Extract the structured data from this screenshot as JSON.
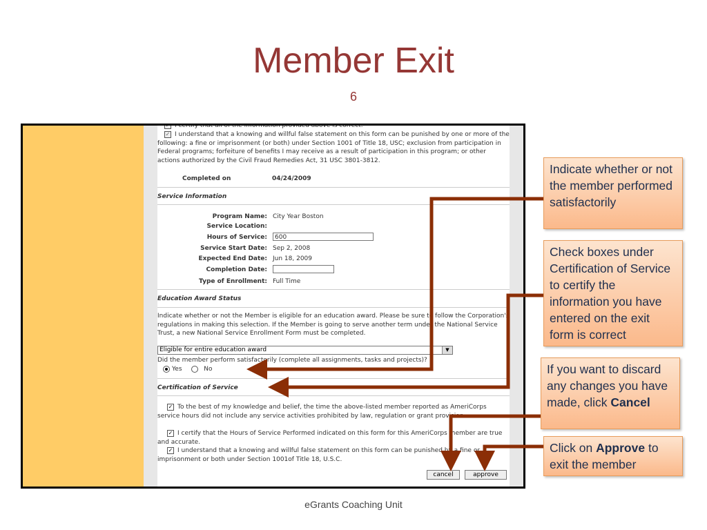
{
  "slide": {
    "title": "Member Exit",
    "number": "6",
    "footer": "eGrants Coaching Unit"
  },
  "form": {
    "top_cut_text": "I certify that all of the information provided above is correct.",
    "top_statement": "I understand that a knowing and willful false statement on this form can be punished by one or more of the following: a fine or imprisonment (or both) under Section 1001 of Title 18, USC; exclusion from participation in Federal programs; forfeiture of benefits I may receive as a result of participation in this program; or other actions authorized by the Civil Fraud Remedies Act, 31 USC 3801-3812.",
    "completed_on_label": "Completed on",
    "completed_on_value": "04/24/2009",
    "service_info": {
      "heading": "Service Information",
      "program_name_label": "Program Name:",
      "program_name_value": "City Year Boston",
      "service_location_label": "Service Location:",
      "hours_label": "Hours of Service:",
      "hours_value": "600",
      "start_label": "Service Start Date:",
      "start_value": "Sep 2, 2008",
      "end_label": "Expected End Date:",
      "end_value": "Jun 18, 2009",
      "completion_label": "Completion Date:",
      "completion_value": "",
      "enrollment_label": "Type of Enrollment:",
      "enrollment_value": "Full Time"
    },
    "education_award": {
      "heading": "Education Award Status",
      "instructions": "Indicate whether or not the Member is eligible for an education award. Please be sure to follow the Corporation's regulations in making this selection. If the Member is going to serve another term under the National Service Trust, a new National Service Enrollment Form must be completed.",
      "select_value": "Eligible for entire education award",
      "question": "Did the member perform satisfactorily (complete all assignments, tasks and projects)?",
      "yes_label": "Yes",
      "no_label": "No"
    },
    "certification": {
      "heading": "Certification of Service",
      "item1": "To the best of my knowledge and belief, the time the above-listed member reported as AmeriCorps service hours did not include any service activities prohibited by law, regulation or grant provision.",
      "item2": "I certify that the Hours of Service Performed indicated on this form for this AmeriCorps member are true and accurate.",
      "item3": "I understand that a knowing and willful false statement on this form can be punished by a fine or imprisonment or both under Section 1001of Title 18, U.S.C."
    },
    "buttons": {
      "cancel": "cancel",
      "approve": "approve"
    }
  },
  "callouts": {
    "c1": "Indicate whether or not the member performed satisfactorily",
    "c2": "Check boxes under Certification of Service to certify the information you have entered on the exit form is correct",
    "c3_pre": "If you want to discard any changes you have made, click ",
    "c3_bold": "Cancel",
    "c4_pre": "Click on ",
    "c4_bold": "Approve",
    "c4_post": " to exit the member"
  },
  "colors": {
    "title": "#953735",
    "sidebar": "#ffcc66",
    "arrow": "#8b2e06",
    "callout_text": "#1f2f4e"
  }
}
